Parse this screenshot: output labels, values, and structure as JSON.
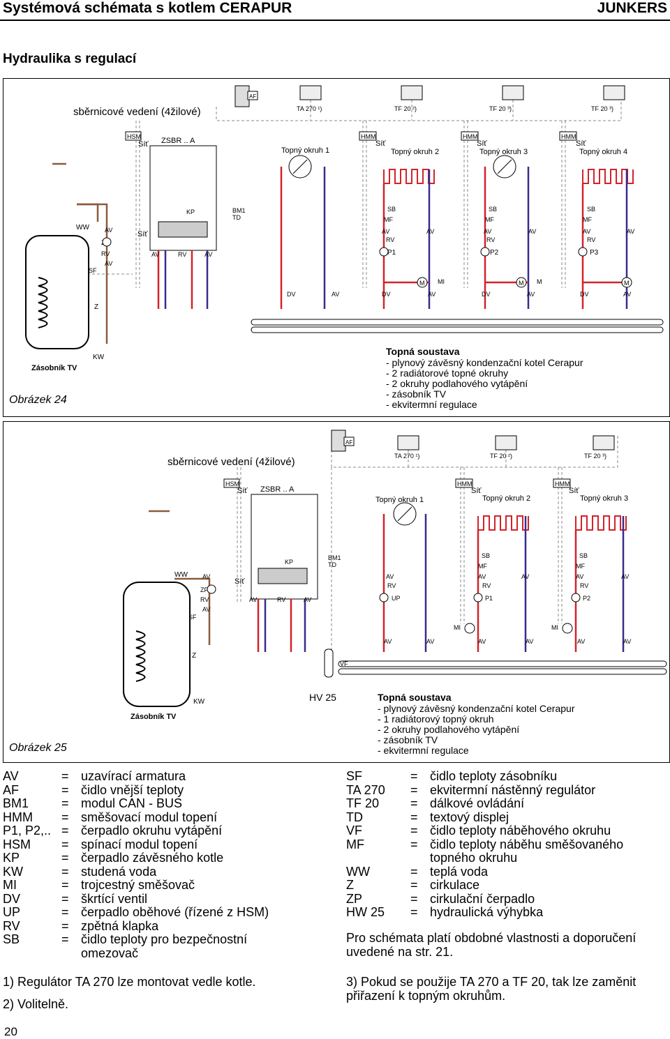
{
  "header": {
    "title": "Systémová schémata s kotlem CERAPUR",
    "brand": "JUNKERS"
  },
  "section_title": "Hydraulika s regulací",
  "figure24": {
    "bus": "sběrnicové vedení (4žilové)",
    "af": "AF",
    "regulators": [
      "TA 270 ¹)",
      "TF 20 ²)",
      "TF 20 ³)",
      "TF 20 ³)"
    ],
    "hsm": "HSM",
    "sit": "Síť",
    "zsbr": "ZSBR .. A",
    "hmm": "HMM",
    "circuits": [
      "Topný okruh 1",
      "Topný okruh 2",
      "Topný okruh 3",
      "Topný okruh 4"
    ],
    "labels": {
      "ww": "WW",
      "zp": "ZP",
      "rv": "RV",
      "av": "AV",
      "sf": "SF",
      "z": "Z",
      "kw": "KW",
      "kp": "KP",
      "bm1": "BM1",
      "td": "TD",
      "sb": "SB",
      "mf": "MF",
      "p1": "P1",
      "p2": "P2",
      "p3": "P3",
      "dv": "DV",
      "mi": "MI",
      "m": "M",
      "n3": "3"
    },
    "tank": "Zásobník TV",
    "caption": "Obrázek 24",
    "system_title": "Topná soustava",
    "system_items": [
      "- plynový závěsný kondenzační kotel Cerapur",
      "- 2 radiátorové topné okruhy",
      "- 2 okruhy podlahového vytápění",
      "- zásobník TV",
      "- ekvitermní regulace"
    ]
  },
  "figure25": {
    "bus": "sběrnicové vedení (4žilové)",
    "af": "AF",
    "regulators": [
      "TA 270 ¹)",
      "TF 20 ²)",
      "TF 20 ³)"
    ],
    "hsm": "HSM",
    "sit": "Síť",
    "zsbr": "ZSBR .. A",
    "hmm": "HMM",
    "circuits": [
      "Topný okruh 1",
      "Topný okruh 2",
      "Topný okruh 3"
    ],
    "labels": {
      "ww": "WW",
      "zp": "ZP",
      "rv": "RV",
      "av": "AV",
      "sf": "SF",
      "z": "Z",
      "kw": "KW",
      "kp": "KP",
      "bm1": "BM1",
      "td": "TD",
      "sb": "SB",
      "mf": "MF",
      "up": "UP",
      "p1": "P1",
      "p2": "P2",
      "mi": "MI",
      "vf": "VF",
      "n3": "3"
    },
    "tank": "Zásobník TV",
    "hv": "HV 25",
    "caption": "Obrázek 25",
    "system_title": "Topná soustava",
    "system_items": [
      "- plynový závěsný kondenzační kotel Cerapur",
      "- 1 radiátorový topný okruh",
      "- 2 okruhy podlahového vytápění",
      "- zásobník TV",
      "- ekvitermní regulace"
    ]
  },
  "legend_left": [
    {
      "k": "AV",
      "v": "uzavírací armatura"
    },
    {
      "k": "AF",
      "v": "čidlo vnější teploty"
    },
    {
      "k": "BM1",
      "v": "modul CAN - BUS"
    },
    {
      "k": "HMM",
      "v": "směšovací modul topení"
    },
    {
      "k": "P1, P2,..",
      "v": "čerpadlo okruhu vytápění"
    },
    {
      "k": "HSM",
      "v": "spínací modul topení"
    },
    {
      "k": "KP",
      "v": "čerpadlo závěsného kotle"
    },
    {
      "k": "KW",
      "v": "studená voda"
    },
    {
      "k": "MI",
      "v": "trojcestný směšovač"
    },
    {
      "k": "DV",
      "v": "škrtící ventil"
    },
    {
      "k": "UP",
      "v": "čerpadlo oběhové (řízené z HSM)"
    },
    {
      "k": "RV",
      "v": "zpětná klapka"
    },
    {
      "k": "SB",
      "v": "čidlo teploty pro bezpečnostní omezovač"
    }
  ],
  "legend_right": [
    {
      "k": "SF",
      "v": "čidlo teploty zásobníku"
    },
    {
      "k": "TA 270",
      "v": "ekvitermní nástěnný regulátor"
    },
    {
      "k": "TF 20",
      "v": "dálkové ovládání"
    },
    {
      "k": "TD",
      "v": "textový displej"
    },
    {
      "k": "VF",
      "v": "čidlo teploty náběhového okruhu"
    },
    {
      "k": "MF",
      "v": "čidlo teploty náběhu směšovaného topného okruhu"
    },
    {
      "k": "WW",
      "v": "teplá voda"
    },
    {
      "k": "Z",
      "v": "cirkulace"
    },
    {
      "k": "ZP",
      "v": "cirkulační čerpadlo"
    },
    {
      "k": "HW 25",
      "v": "hydraulická výhybka"
    }
  ],
  "eq": "=",
  "note": "Pro schémata platí obdobné vlastnosti a doporučení uvedené na str. 21.",
  "footnotes": [
    "1)  Regulátor TA 270 lze montovat vedle kotle.",
    "2)  Volitelně.",
    "3)  Pokud se použije TA 270 a TF 20, tak lze zaměnit přiřazení k topným okruhům."
  ],
  "page_number": "20",
  "colors": {
    "flow": "#d2232a",
    "return": "#3b2a8c",
    "cold": "#8b5a3c",
    "bus": "#888888"
  }
}
